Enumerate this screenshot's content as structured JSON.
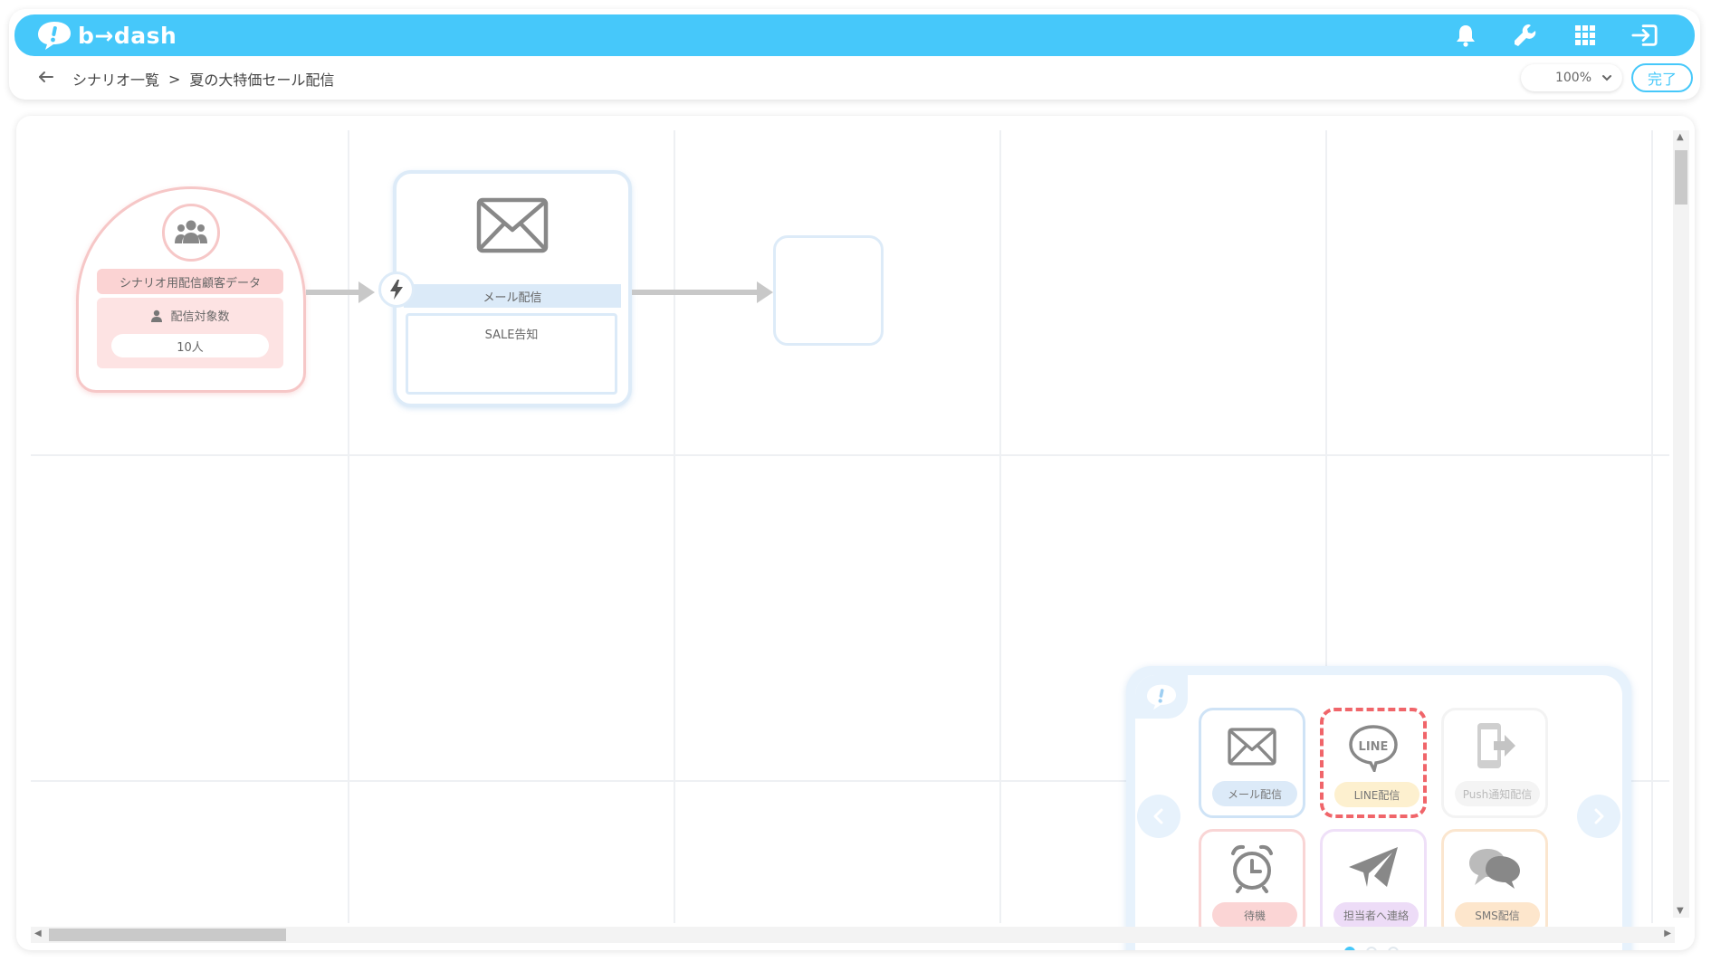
{
  "app": {
    "logo_text": "b→dash"
  },
  "header": {
    "icons": [
      "bell-icon",
      "wrench-icon",
      "apps-grid-icon",
      "logout-icon"
    ]
  },
  "breadcrumb": {
    "parent": "シナリオ一覧",
    "separator": ">",
    "current": "夏の大特価セール配信"
  },
  "toolbar": {
    "zoom": "100%",
    "done_label": "完了"
  },
  "canvas": {
    "source_node": {
      "title": "シナリオ用配信顧客データ",
      "count_label": "配信対象数",
      "count_value": "10人"
    },
    "mail_node": {
      "title": "メール配信",
      "content": "SALE告知"
    }
  },
  "palette": {
    "tiles": [
      {
        "label": "メール配信",
        "icon": "mail-icon",
        "color": "#dceaf8"
      },
      {
        "label": "LINE配信",
        "icon": "line-icon",
        "color": "#fdf0cf"
      },
      {
        "label": "Push通知配信",
        "icon": "push-icon",
        "color": "#f4f4f4"
      },
      {
        "label": "待機",
        "icon": "alarm-clock-icon",
        "color": "#fbd5d5"
      },
      {
        "label": "担当者へ連絡",
        "icon": "paper-plane-icon",
        "color": "#eddcf7"
      },
      {
        "label": "SMS配信",
        "icon": "chat-bubbles-icon",
        "color": "#fde6cc"
      }
    ],
    "page_count": 3,
    "active_page": 1
  },
  "colors": {
    "brand": "#46c8fa",
    "highlight_dash": "#f0656a"
  }
}
